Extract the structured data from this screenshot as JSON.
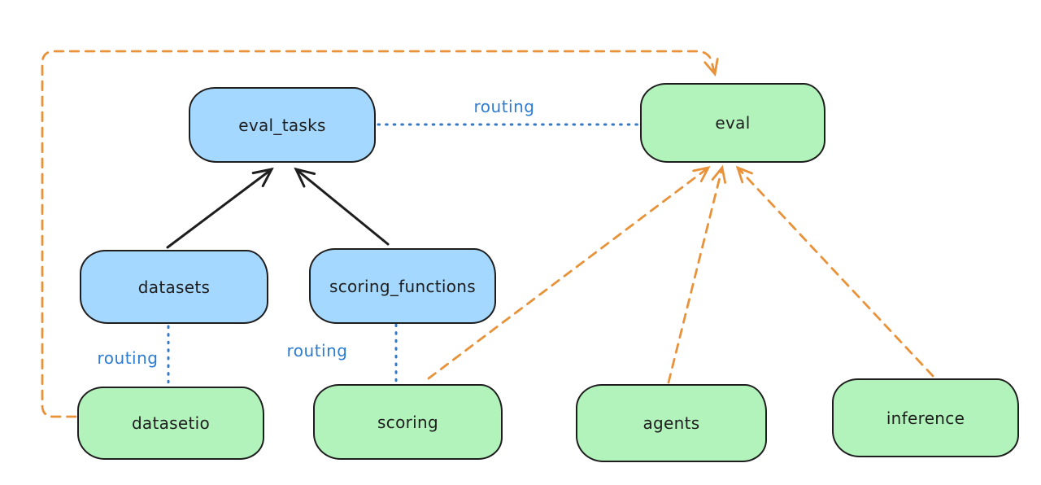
{
  "diagram": {
    "background_color": "#ffffff",
    "colors": {
      "node_border": "#1e1e1e",
      "blue_node_fill": "#a5d8ff",
      "green_node_fill": "#b2f2bb",
      "routing_line_blue": "#3478c6",
      "provider_arrow_orange": "#e8923a",
      "dependency_arrow_black": "#1e1e1e"
    },
    "nodes": [
      {
        "id": "eval_tasks",
        "label": "eval_tasks",
        "fill": "#a5d8ff"
      },
      {
        "id": "eval",
        "label": "eval",
        "fill": "#b2f2bb"
      },
      {
        "id": "datasets",
        "label": "datasets",
        "fill": "#a5d8ff"
      },
      {
        "id": "scoring_functions",
        "label": "scoring_functions",
        "fill": "#a5d8ff"
      },
      {
        "id": "datasetio",
        "label": "datasetio",
        "fill": "#b2f2bb"
      },
      {
        "id": "scoring",
        "label": "scoring",
        "fill": "#b2f2bb"
      },
      {
        "id": "agents",
        "label": "agents",
        "fill": "#b2f2bb"
      },
      {
        "id": "inference",
        "label": "inference",
        "fill": "#b2f2bb"
      }
    ],
    "edges": [
      {
        "from": "eval_tasks",
        "to": "eval",
        "label": "routing",
        "style": "dotted",
        "color": "#3478c6"
      },
      {
        "from": "datasets",
        "to": "datasetio",
        "label": "routing",
        "style": "dotted",
        "color": "#3478c6"
      },
      {
        "from": "scoring_functions",
        "to": "scoring",
        "label": "routing",
        "style": "dotted",
        "color": "#3478c6"
      },
      {
        "from": "datasets",
        "to": "eval_tasks",
        "label": "",
        "style": "solid-arrow",
        "color": "#1e1e1e"
      },
      {
        "from": "scoring_functions",
        "to": "eval_tasks",
        "label": "",
        "style": "solid-arrow",
        "color": "#1e1e1e"
      },
      {
        "from": "datasetio",
        "to": "eval",
        "label": "",
        "style": "dashed-arrow",
        "color": "#e8923a"
      },
      {
        "from": "scoring",
        "to": "eval",
        "label": "",
        "style": "dashed-arrow",
        "color": "#e8923a"
      },
      {
        "from": "agents",
        "to": "eval",
        "label": "",
        "style": "dashed-arrow",
        "color": "#e8923a"
      },
      {
        "from": "inference",
        "to": "eval",
        "label": "",
        "style": "dashed-arrow",
        "color": "#e8923a"
      }
    ]
  }
}
